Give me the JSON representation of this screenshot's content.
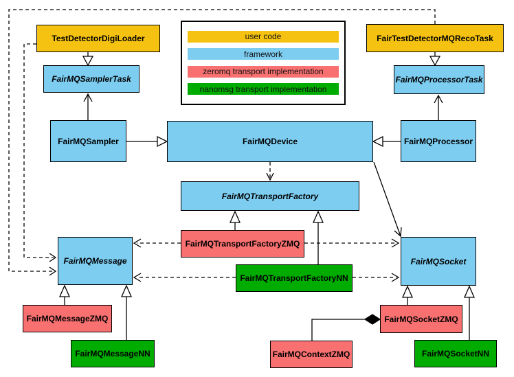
{
  "legend": {
    "items": [
      {
        "label": "user code",
        "color": "#F5C211"
      },
      {
        "label": "framework",
        "color": "#7DCDF1"
      },
      {
        "label": "zeromq transport implementation",
        "color": "#F87070"
      },
      {
        "label": "nanomsg transport implementation",
        "color": "#00AC00"
      }
    ]
  },
  "colors": {
    "user_code": "#F5C211",
    "framework": "#7DCDF1",
    "zeromq": "#F87070",
    "nanomsg": "#00AC00",
    "line": "#000000",
    "background": "#ffffff"
  },
  "nodes": {
    "testDetectorDigiLoader": {
      "label": "TestDetectorDigiLoader",
      "category": "user code"
    },
    "fairTestDetectorMQRecoTask": {
      "label": "FairTestDetectorMQRecoTask",
      "category": "user code"
    },
    "fairMQSamplerTask": {
      "label": "FairMQSamplerTask",
      "category": "framework",
      "abstract": true
    },
    "fairMQProcessorTask": {
      "label": "FairMQProcessorTask",
      "category": "framework",
      "abstract": true
    },
    "fairMQSampler": {
      "label": "FairMQSampler",
      "category": "framework"
    },
    "fairMQDevice": {
      "label": "FairMQDevice",
      "category": "framework"
    },
    "fairMQProcessor": {
      "label": "FairMQProcessor",
      "category": "framework"
    },
    "fairMQTransportFactory": {
      "label": "FairMQTransportFactory",
      "category": "framework",
      "abstract": true
    },
    "fairMQTransportFactoryZMQ": {
      "label": "FairMQTransportFactoryZMQ",
      "category": "zeromq"
    },
    "fairMQTransportFactoryNN": {
      "label": "FairMQTransportFactoryNN",
      "category": "nanomsg"
    },
    "fairMQMessage": {
      "label": "FairMQMessage",
      "category": "framework",
      "abstract": true
    },
    "fairMQSocket": {
      "label": "FairMQSocket",
      "category": "framework",
      "abstract": true
    },
    "fairMQMessageZMQ": {
      "label": "FairMQMessageZMQ",
      "category": "zeromq"
    },
    "fairMQMessageNN": {
      "label": "FairMQMessageNN",
      "category": "nanomsg"
    },
    "fairMQSocketZMQ": {
      "label": "FairMQSocketZMQ",
      "category": "zeromq"
    },
    "fairMQContextZMQ": {
      "label": "FairMQContextZMQ",
      "category": "zeromq"
    },
    "fairMQSocketNN": {
      "label": "FairMQSocketNN",
      "category": "nanomsg"
    }
  },
  "edges": [
    {
      "from": "TestDetectorDigiLoader",
      "to": "FairMQSamplerTask",
      "head": "hollow-triangle",
      "line": "solid"
    },
    {
      "from": "FairMQSampler",
      "to": "FairMQSamplerTask",
      "head": "open-arrow",
      "line": "solid"
    },
    {
      "from": "FairTestDetectorMQRecoTask",
      "to": "FairMQProcessorTask",
      "head": "hollow-triangle",
      "line": "solid"
    },
    {
      "from": "FairMQProcessor",
      "to": "FairMQProcessorTask",
      "head": "open-arrow",
      "line": "solid"
    },
    {
      "from": "FairMQSampler",
      "to": "FairMQDevice",
      "head": "hollow-triangle",
      "line": "solid"
    },
    {
      "from": "FairMQProcessor",
      "to": "FairMQDevice",
      "head": "hollow-triangle",
      "line": "solid"
    },
    {
      "from": "FairMQDevice",
      "to": "FairMQTransportFactory",
      "head": "open-arrow",
      "line": "dashed"
    },
    {
      "from": "FairMQDevice",
      "to": "FairMQSocket",
      "head": "open-arrow",
      "line": "solid"
    },
    {
      "from": "FairMQTransportFactoryZMQ",
      "to": "FairMQTransportFactory",
      "head": "hollow-triangle",
      "line": "solid"
    },
    {
      "from": "FairMQTransportFactoryNN",
      "to": "FairMQTransportFactory",
      "head": "hollow-triangle",
      "line": "solid"
    },
    {
      "from": "FairMQTransportFactoryZMQ",
      "to": "FairMQMessage",
      "head": "open-arrow",
      "line": "dashed"
    },
    {
      "from": "FairMQTransportFactoryZMQ",
      "to": "FairMQSocket",
      "head": "open-arrow",
      "line": "dashed"
    },
    {
      "from": "FairMQTransportFactoryNN",
      "to": "FairMQMessage",
      "head": "open-arrow",
      "line": "dashed"
    },
    {
      "from": "FairMQTransportFactoryNN",
      "to": "FairMQSocket",
      "head": "open-arrow",
      "line": "dashed"
    },
    {
      "from": "FairTestDetectorMQRecoTask",
      "to": "FairMQMessage",
      "head": "open-arrow",
      "line": "dashed"
    },
    {
      "from": "TestDetectorDigiLoader",
      "to": "FairMQMessage",
      "head": "open-arrow",
      "line": "dashed"
    },
    {
      "from": "FairMQMessageZMQ",
      "to": "FairMQMessage",
      "head": "hollow-triangle",
      "line": "solid"
    },
    {
      "from": "FairMQMessageNN",
      "to": "FairMQMessage",
      "head": "hollow-triangle",
      "line": "solid"
    },
    {
      "from": "FairMQSocketZMQ",
      "to": "FairMQSocket",
      "head": "hollow-triangle",
      "line": "solid"
    },
    {
      "from": "FairMQSocketNN",
      "to": "FairMQSocket",
      "head": "hollow-triangle",
      "line": "solid"
    },
    {
      "from": "FairMQContextZMQ",
      "to": "FairMQSocketZMQ",
      "head": "filled-diamond",
      "line": "solid"
    }
  ]
}
